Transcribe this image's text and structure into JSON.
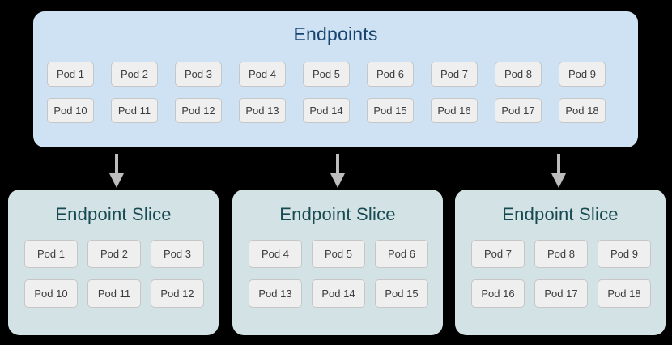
{
  "endpoints": {
    "title": "Endpoints",
    "rows": [
      [
        "Pod 1",
        "Pod 2",
        "Pod 3",
        "Pod 4",
        "Pod 5",
        "Pod 6",
        "Pod 7",
        "Pod 8",
        "Pod 9"
      ],
      [
        "Pod 10",
        "Pod 11",
        "Pod 12",
        "Pod 13",
        "Pod 14",
        "Pod 15",
        "Pod 16",
        "Pod 17",
        "Pod 18"
      ]
    ]
  },
  "arrows": [
    {
      "name": "arrow-down-icon"
    },
    {
      "name": "arrow-down-icon"
    },
    {
      "name": "arrow-down-icon"
    }
  ],
  "slices": [
    {
      "title": "Endpoint Slice",
      "rows": [
        [
          "Pod 1",
          "Pod 2",
          "Pod 3"
        ],
        [
          "Pod 10",
          "Pod 11",
          "Pod 12"
        ]
      ]
    },
    {
      "title": "Endpoint Slice",
      "rows": [
        [
          "Pod 4",
          "Pod 5",
          "Pod 6"
        ],
        [
          "Pod 13",
          "Pod 14",
          "Pod 15"
        ]
      ]
    },
    {
      "title": "Endpoint Slice",
      "rows": [
        [
          "Pod 7",
          "Pod 8",
          "Pod 9"
        ],
        [
          "Pod 16",
          "Pod 17",
          "Pod 18"
        ]
      ]
    }
  ],
  "colors": {
    "endpoints_panel_bg": "#cfe2f3",
    "endpoints_title_text": "#17436e",
    "slice_panel_bg": "#d3e2e4",
    "slice_title_text": "#184a53",
    "pod_bg": "#efefef",
    "pod_border": "#c6c6c6",
    "pod_text": "#3c3c3c",
    "arrow": "#bdbdbd",
    "background": "#000000"
  }
}
